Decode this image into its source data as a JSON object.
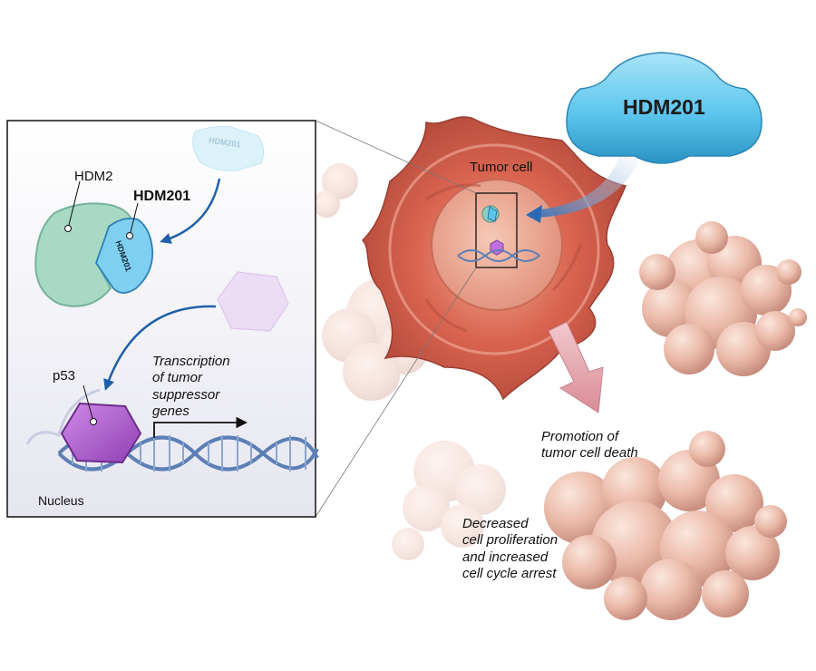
{
  "drug_badge": {
    "label": "HDM201",
    "color": "#5cc6ee"
  },
  "cell": {
    "label": "Tumor cell",
    "membrane_color": "#e58a78",
    "cytoplasm_color": "#d9634f"
  },
  "inset": {
    "hdm2_label": "HDM2",
    "hdm201_label": "HDM201",
    "ghost_hdm201_text": "HDM201",
    "bound_hdm201_text": "HDM201",
    "p53_label": "p53",
    "nucleus_label": "Nucleus",
    "transcription_lines": [
      "Transcription",
      "of tumor",
      "suppressor",
      "genes"
    ],
    "hdm2_color": "#9ed4bf",
    "p53_color": "#b05fd0",
    "arrow_color": "#1f5fa8",
    "dna_color": "#5b7fb5"
  },
  "outcomes": {
    "death_lines": [
      "Promotion of",
      "tumor cell death"
    ],
    "proliferation_lines": [
      "Decreased",
      "cell proliferation",
      "and increased",
      "cell cycle arrest"
    ]
  }
}
